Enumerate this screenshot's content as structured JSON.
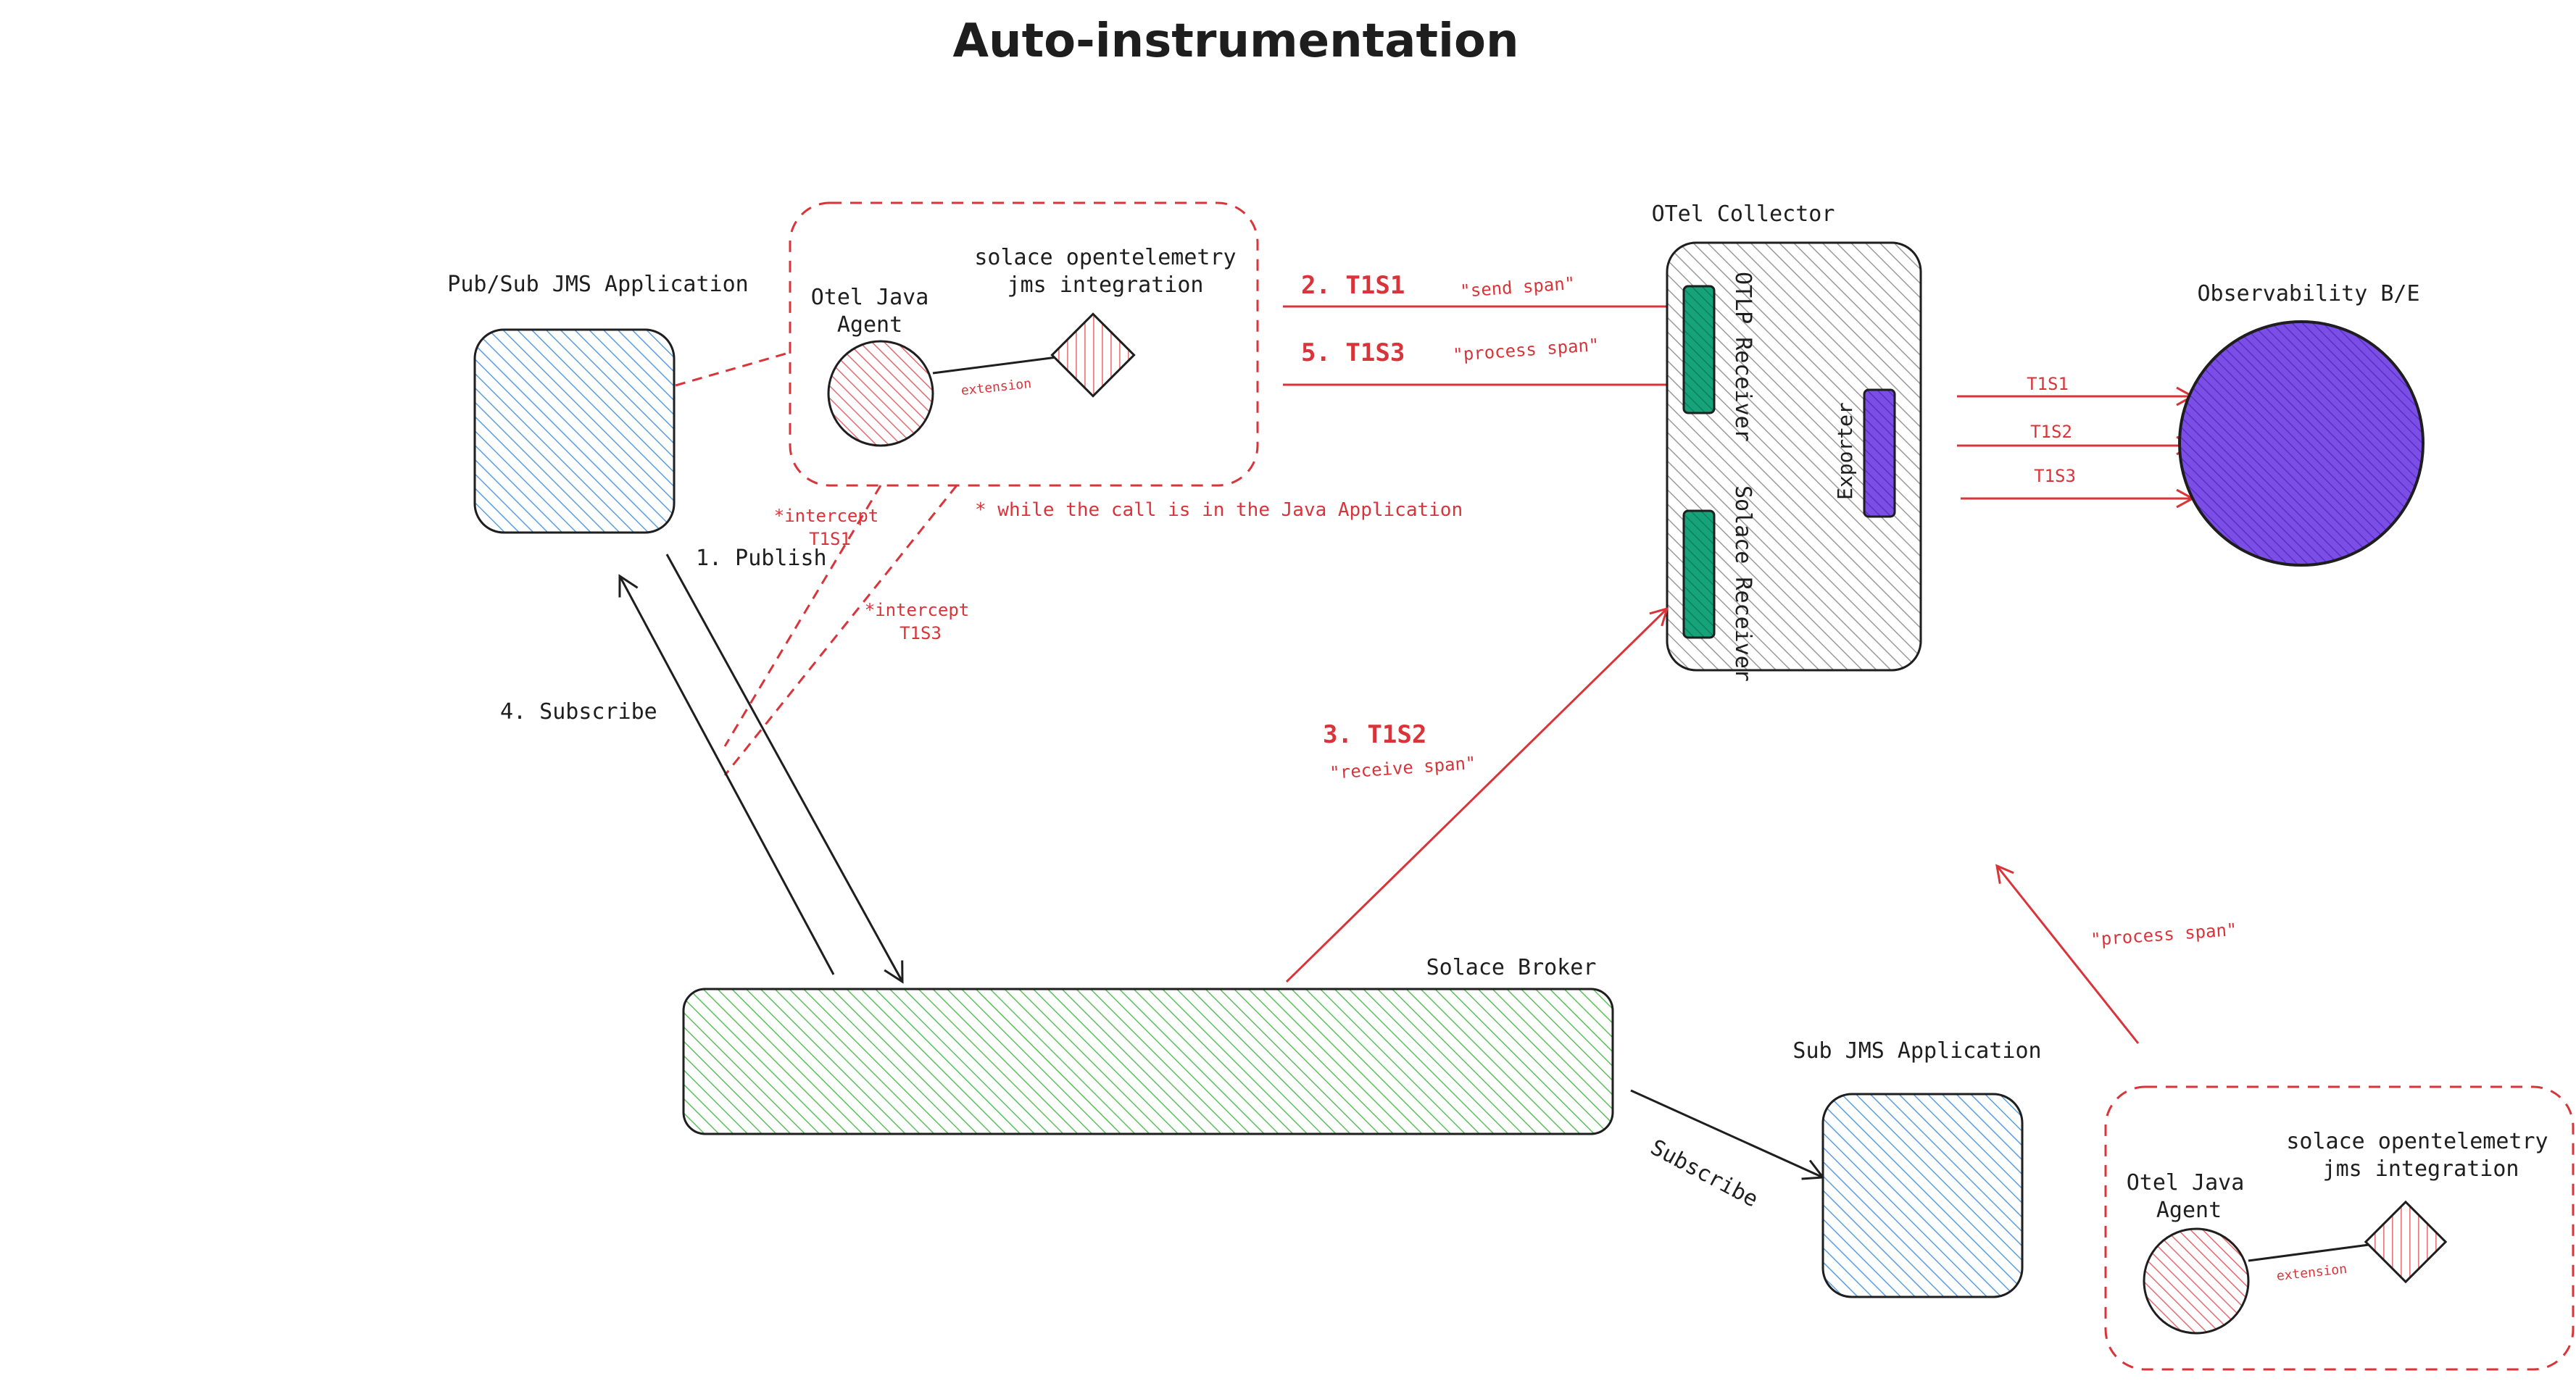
{
  "title": "Auto-instrumentation",
  "colors": {
    "red": "#d9343a",
    "blue_fill": "#a8cdf0",
    "blue_stroke": "#4a90d9",
    "green_fill": "#b9e6b9",
    "green_stroke": "#49b049",
    "teal": "#16a37a",
    "purple": "#7b4fe6",
    "collector_fill": "#d8d8d8",
    "black": "#1e1e1e"
  },
  "nodes": {
    "pubsub_app": "Pub/Sub JMS Application",
    "agent1": {
      "agent_label_1": "Otel Java",
      "agent_label_2": "Agent",
      "integration_1": "solace opentelemetry",
      "integration_2": "jms integration",
      "extension": "extension"
    },
    "collector": "OTel Collector",
    "otlp_receiver": "OTLP Receiver",
    "solace_receiver": "Solace Receiver",
    "exporter": "Exporter",
    "observability": "Observability B/E",
    "broker": "Solace Broker",
    "sub_app": "Sub JMS Application",
    "agent2": {
      "agent_label_1": "Otel Java",
      "agent_label_2": "Agent",
      "integration_1": "solace opentelemetry",
      "integration_2": "jms integration",
      "extension": "extension"
    }
  },
  "labels": {
    "publish": "1. Publish",
    "subscribe4": "4. Subscribe",
    "subscribe": "Subscribe",
    "t1s1_num": "2. T1S1",
    "send_span": "\"send span\"",
    "t1s3_num": "5. T1S3",
    "process_span": "\"process span\"",
    "t1s2_num": "3. T1S2",
    "receive_span": "\"receive span\"",
    "process_span2": "\"process span\"",
    "intercept1_a": "*intercept",
    "intercept1_b": "T1S1",
    "intercept3_a": "*intercept",
    "intercept3_b": "T1S3",
    "while_call": "* while the call is in the Java Application",
    "exp_t1s1": "T1S1",
    "exp_t1s2": "T1S2",
    "exp_t1s3": "T1S3"
  }
}
